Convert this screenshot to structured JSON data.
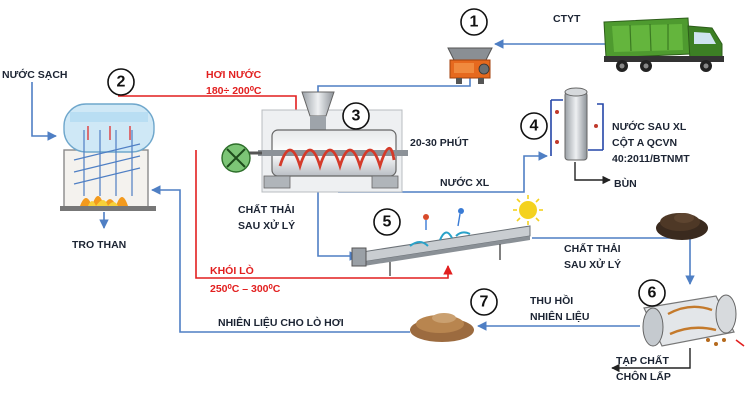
{
  "labels": {
    "ctyt": "CTYT",
    "nuoc_sach": "NƯỚC SẠCH",
    "hoi_nuoc": "HƠI NƯỚC",
    "hoi_nuoc_temp": "180÷ 200⁰C",
    "time": "20-30 PHÚT",
    "nuoc_sau_xl_1": "NƯỚC SAU XL",
    "nuoc_sau_xl_2": "CỘT A QCVN",
    "nuoc_sau_xl_3": "40:2011/BTNMT",
    "nuoc_xl": "NƯỚC XL",
    "bun": "BÙN",
    "tro_than": "TRO THAN",
    "chat_thai_1a": "CHẤT THẢI",
    "chat_thai_1b": "SAU XỬ LÝ",
    "chat_thai_2a": "CHẤT THẢI",
    "chat_thai_2b": "SAU XỬ LÝ",
    "khoi_lo": "KHÓI LÒ",
    "khoi_lo_temp": "250⁰C – 300⁰C",
    "nhien_lieu": "NHIÊN LIỆU CHO LÒ HƠI",
    "thu_hoi_1": "THU HỒI",
    "thu_hoi_2": "NHIÊN LIỆU",
    "tap_chat_1": "TẠP CHẤT",
    "tap_chat_2": "CHÔN LẤP"
  },
  "steps": [
    "1",
    "2",
    "3",
    "4",
    "5",
    "6",
    "7"
  ],
  "colors": {
    "flow_blue": "#4f7fc4",
    "steam_red": "#e21f1f",
    "text_dark": "#1c2433",
    "screw_red": "#d43b2a",
    "truck_green": "#3f8f2a"
  }
}
